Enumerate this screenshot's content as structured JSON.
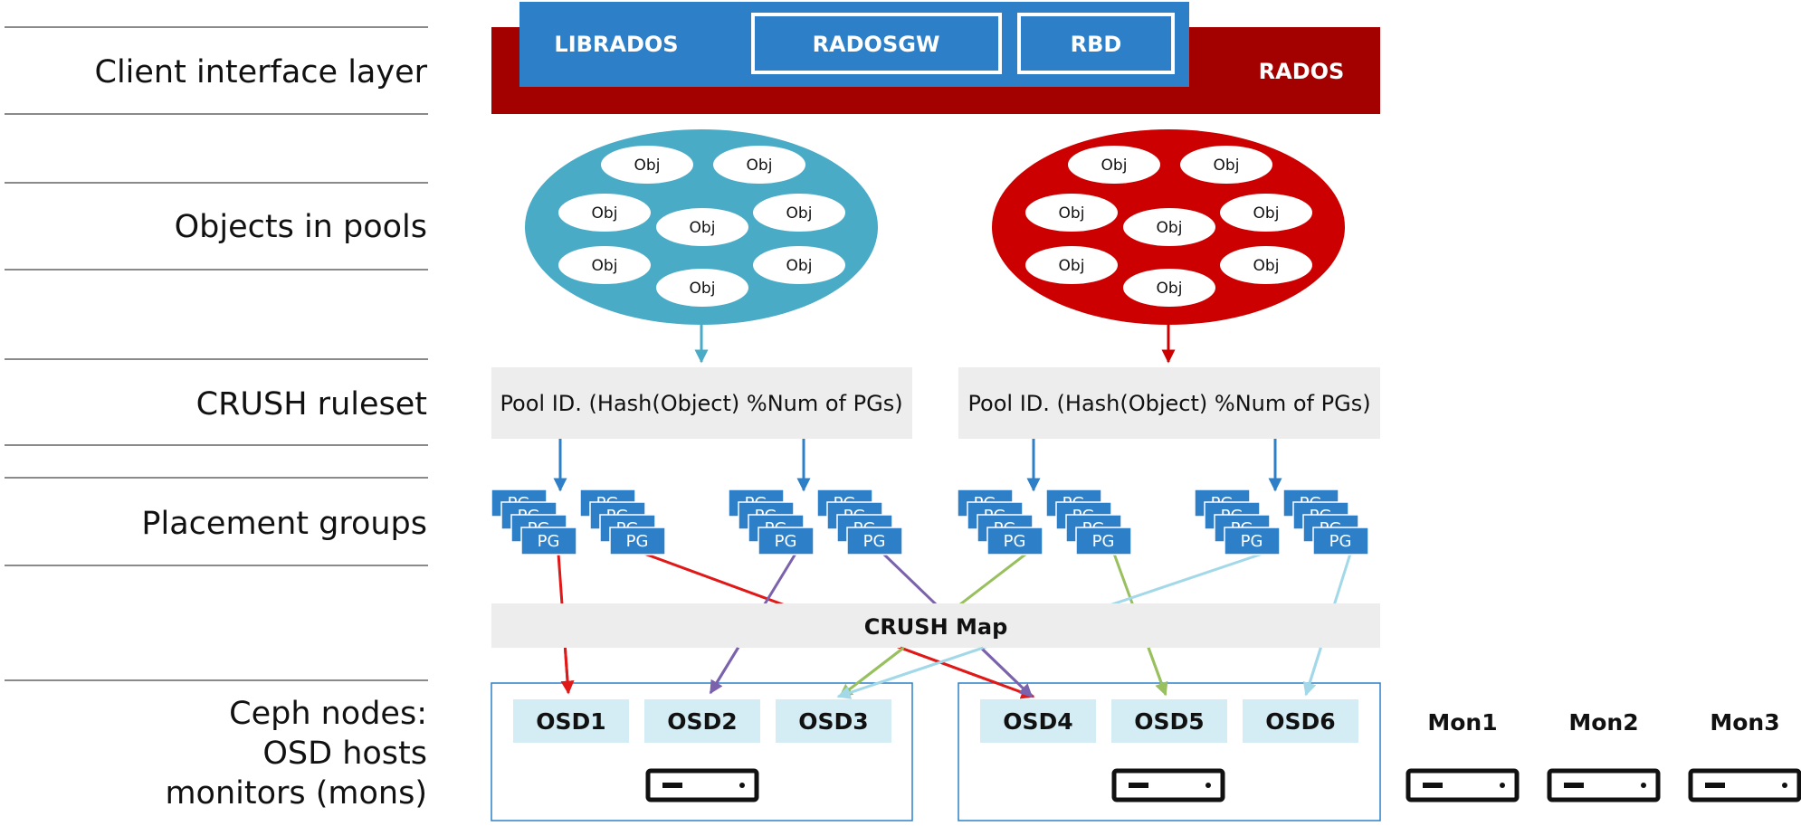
{
  "layers": [
    {
      "id": "client",
      "label": "Client interface layer"
    },
    {
      "id": "objects",
      "label": "Objects in pools"
    },
    {
      "id": "crush",
      "label": "CRUSH ruleset"
    },
    {
      "id": "pg",
      "label": "Placement groups"
    },
    {
      "id": "nodes",
      "label_lines": [
        "Ceph nodes:",
        "OSD hosts",
        "monitors (mons)"
      ]
    }
  ],
  "client": {
    "librados": "LIBRADOS",
    "radosgw": "RADOSGW",
    "rbd": "RBD",
    "rados": "RADOS"
  },
  "pools": {
    "object_label": "Obj",
    "left_color": "#4aabc6",
    "right_color": "#cc0000"
  },
  "crush_ruleset_text": "Pool ID. (Hash(Object) %Num of PGs)",
  "pg_label": "PG",
  "crush_map_label": "CRUSH Map",
  "osds": [
    "OSD1",
    "OSD2",
    "OSD3",
    "OSD4",
    "OSD5",
    "OSD6"
  ],
  "monitors": [
    "Mon1",
    "Mon2",
    "Mon3"
  ],
  "colors": {
    "blue": "#2d80c8",
    "darkred": "#a30000",
    "red": "#e01818",
    "purple": "#7b62ad",
    "green": "#98c05e",
    "lightblue": "#a2d8e8",
    "osdfill": "#d4edf4",
    "gray": "#ededed"
  }
}
